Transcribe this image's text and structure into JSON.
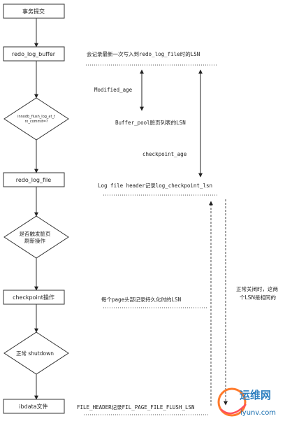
{
  "flow": {
    "step1": "事务提交",
    "step2": "redo_log_buffer",
    "decision1_line1": "innodb_flush_log_at_t",
    "decision1_line2": "rx_commit=?",
    "step3": "redo_log_file",
    "decision2_line1": "是否触发脏页",
    "decision2_line2": "刷新操作",
    "step4": "checkpoint操作",
    "decision3": "正常 shutdown",
    "step5": "ibdata文件"
  },
  "annotations": {
    "lsn_redo_log_file": "会记录最新一次写入到redo_log_file时的LSN",
    "modified_age": "Modified_age",
    "buffer_pool_lsn": "Buffer_pool脏页列表的LSN",
    "checkpoint_age": "checkpoint_age",
    "log_file_header": "Log file header记录log_checkpoint_lsn",
    "page_header_lsn": "每个page头部记录持久化时的LSN",
    "file_header": "FILE_HEADER记录FIL_PAGE_FILE_FLUSH_LSN",
    "shutdown_note_line1": "正常关闭时，这两",
    "shutdown_note_line2": "个LSN是相同的"
  },
  "watermark": {
    "brand": "运维网",
    "url": "iyunv.com"
  }
}
